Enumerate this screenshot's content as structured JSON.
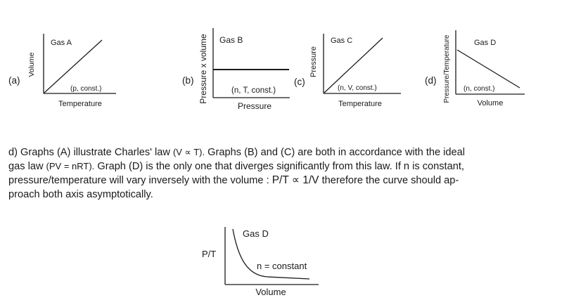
{
  "graphs": {
    "a": {
      "marker": "(a)",
      "title": "Gas A",
      "ylabel": "Volume",
      "xlabel": "Temperature",
      "note": "(p, const.)"
    },
    "b": {
      "marker": "(b)",
      "title": "Gas B",
      "ylabel": "Pressure x volume",
      "xlabel": "Pressure",
      "note": "(n, T, const.)"
    },
    "c": {
      "marker": "(c)",
      "title": "Gas C",
      "ylabel": "Pressure",
      "xlabel": "Temperature",
      "note": "(n, V, const.)"
    },
    "d": {
      "marker": "(d)",
      "title": "Gas D",
      "ylabel": "Pressure/Temperature",
      "xlabel": "Volume",
      "note": "(n, const.)"
    }
  },
  "explanation": {
    "line1_a": "d) Graphs (A) illustrate Charles' law ",
    "line1_eq": "(V ∝ T).",
    "line1_b": " Graphs (B) and (C) are both in accordance with the ideal",
    "line2_a": "gas law ",
    "line2_eq": "(PV = nRT).",
    "line2_b": " Graph (D) is the only one that diverges significantly from this law. If n is constant,",
    "line3_a": "pressure/temperature will vary inversely with the volume : ",
    "line3_eq": "P/T ∝ 1/V",
    "line3_b": "  therefore the curve should ap-",
    "line4": "proach both axis asymptotically."
  },
  "answer_graph": {
    "title": "Gas D",
    "ylabel": "P/T",
    "xlabel": "Volume",
    "note": "n = constant"
  }
}
